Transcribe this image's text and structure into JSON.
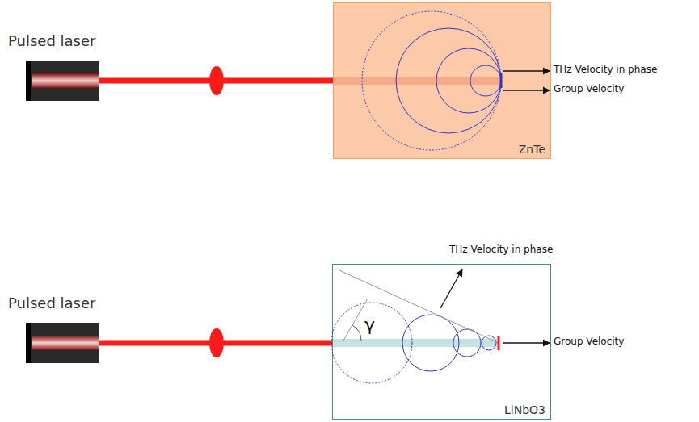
{
  "diagram": {
    "nodes": [
      {
        "text": [
          "Pulsed laser"
        ]
      },
      {
        "text": [
          "ZnTe"
        ]
      },
      {
        "text": [
          "Pulsed laser"
        ]
      },
      {
        "text": [
          "LiNbO3"
        ]
      }
    ],
    "edges": [
      {
        "from": 0,
        "to": 1,
        "arrow": "none"
      },
      {
        "from": 2,
        "to": 3,
        "arrow": "none"
      }
    ],
    "labels": [
      "THz Velocity in phase",
      "Group Velocity",
      "THz Velocity in phase",
      "γ",
      "Group Velocity"
    ]
  }
}
